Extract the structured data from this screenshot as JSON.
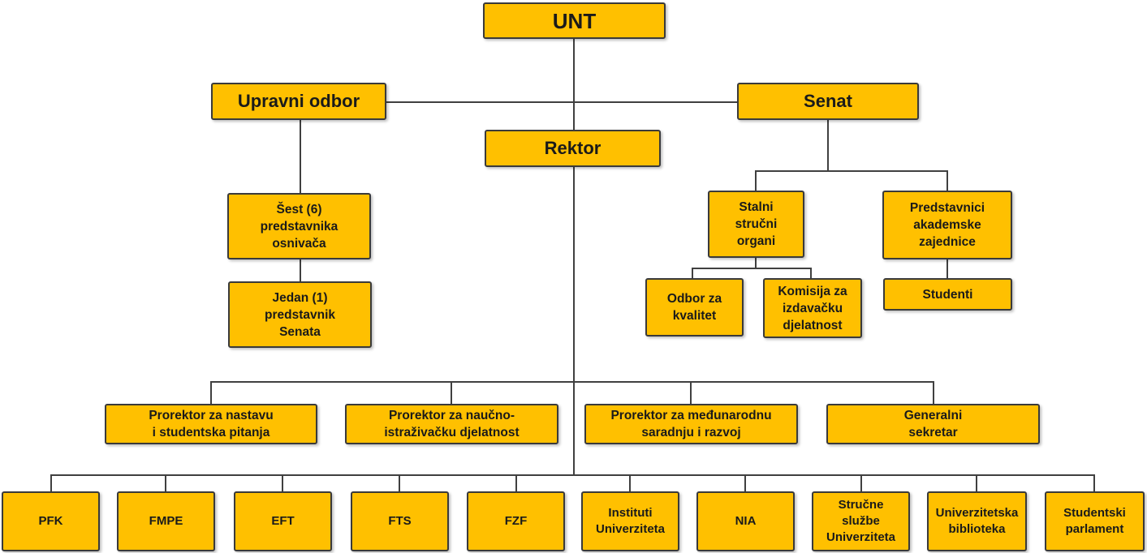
{
  "colors": {
    "box_fill": "#FFC000",
    "box_border": "#3a3a3a",
    "connector": "#404040"
  },
  "root": "UNT",
  "governance": {
    "board": "Upravni odbor",
    "senate": "Senat",
    "rector": "Rektor"
  },
  "board_members": {
    "founders": "Šest (6)\npredstavnika\nosnivača",
    "senate_rep": "Jedan (1)\npredstavnik\nSenata"
  },
  "senate_bodies": {
    "standing": "Stalni\nstručni\norgani",
    "academic": "Predstavnici\nakademske\nzajednice",
    "quality": "Odbor za\nkvalitet",
    "publishing": "Komisija za\nizdavačku\ndjelatnost",
    "students": "Studenti"
  },
  "vice_rectors": [
    "Prorektor za nastavu\ni studentska pitanja",
    "Prorektor za naučno-\nistraživačku djelatnost",
    "Prorektor za međunarodnu\nsaradnju i razvoj",
    "Generalni\nsekretar"
  ],
  "units": [
    "PFK",
    "FMPE",
    "EFT",
    "FTS",
    "FZF",
    "Instituti\nUniverziteta",
    "NIA",
    "Stručne\nslužbe\nUniverziteta",
    "Univerzitetska\nbiblioteka",
    "Studentski\nparlament"
  ]
}
